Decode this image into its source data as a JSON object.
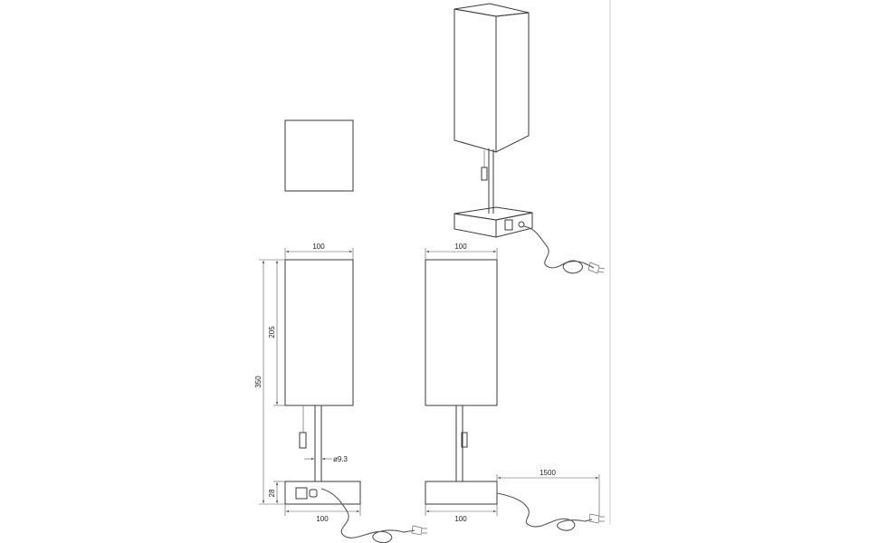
{
  "dimensions": {
    "top_width": "100",
    "shade_height": "205",
    "total_height": "350",
    "rod_diameter": "ø9.3",
    "base_height": "28",
    "bottom_width": "100",
    "side_top_width": "100",
    "side_bottom_width": "100",
    "cord_length": "1500"
  },
  "colors": {
    "line": "#3a3a3a",
    "background": "#ffffff"
  }
}
